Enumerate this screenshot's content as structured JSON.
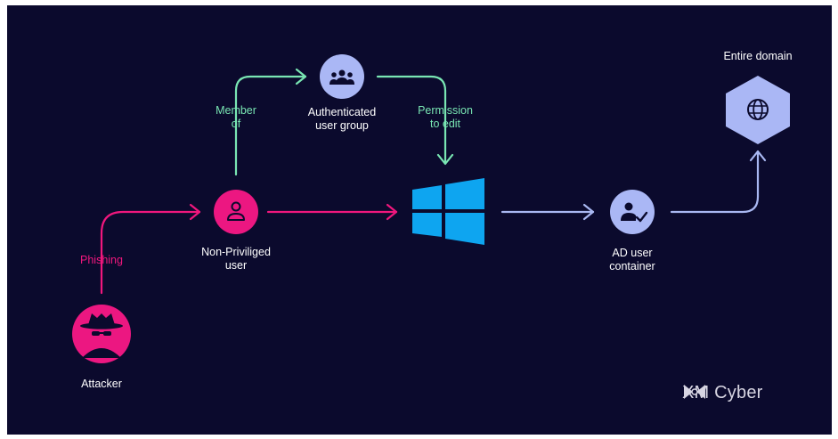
{
  "nodes": {
    "attacker": {
      "label": "Attacker"
    },
    "user": {
      "label_line1": "Non-Priviliged",
      "label_line2": "user"
    },
    "group": {
      "label_line1": "Authenticated",
      "label_line2": "user group"
    },
    "container": {
      "label_line1": "AD user",
      "label_line2": "container"
    },
    "domain": {
      "label": "Entire domain"
    }
  },
  "edges": {
    "phishing": "Phishing",
    "member_of_line1": "Member",
    "member_of_line2": "of",
    "permission_line1": "Permission",
    "permission_line2": "to edit"
  },
  "brand": {
    "name": "XM Cyber"
  },
  "colors": {
    "background": "#0b0a2d",
    "pink": "#f0177d",
    "green": "#79e6b3",
    "lavender": "#a9b8f2",
    "windows": "#0ea5f0"
  },
  "icons": {
    "attacker": "spy-icon",
    "user": "user-icon",
    "group": "group-icon",
    "windows": "windows-logo-icon",
    "container": "user-check-icon",
    "domain": "globe-icon",
    "brand": "xm-cyber-logo-icon"
  }
}
